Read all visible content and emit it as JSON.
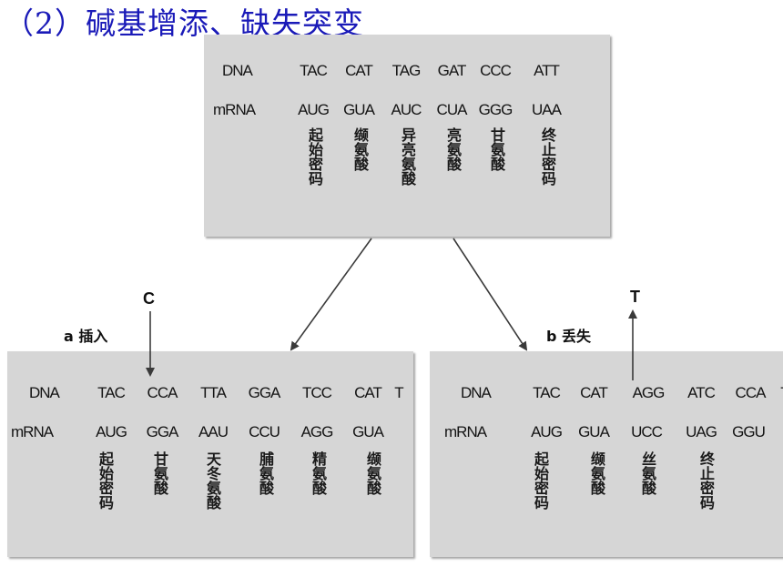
{
  "title": "（2）碱基增添、缺失突变",
  "labels": {
    "dna": "DNA",
    "mrna": "mRNA"
  },
  "original": {
    "dna": [
      "TAC",
      "CAT",
      "TAG",
      "GAT",
      "CCC",
      "ATT"
    ],
    "mrna": [
      "AUG",
      "GUA",
      "AUC",
      "CUA",
      "GGG",
      "UAA"
    ],
    "amino": [
      "起始密码",
      "缬氨酸",
      "异亮氨酸",
      "亮氨酸",
      "甘氨酸",
      "终止密码"
    ]
  },
  "insertion": {
    "label": "a 插入",
    "base": "C",
    "dna": [
      "TAC",
      "CCA",
      "TTA",
      "GGA",
      "TCC",
      "CAT",
      "T"
    ],
    "mrna": [
      "AUG",
      "GGA",
      "AAU",
      "CCU",
      "AGG",
      "GUA"
    ],
    "amino": [
      "起始密码",
      "甘氨酸",
      "天冬氨酸",
      "脯氨酸",
      "精氨酸",
      "缬氨酸"
    ]
  },
  "deletion": {
    "label": "b 丢失",
    "base": "T",
    "dna": [
      "TAC",
      "CAT",
      "AGG",
      "ATC",
      "CCA",
      "T"
    ],
    "mrna": [
      "AUG",
      "GUA",
      "UCC",
      "UAG",
      "GGU"
    ],
    "amino": [
      "起始密码",
      "缬氨酸",
      "丝氨酸",
      "终止密码"
    ]
  }
}
